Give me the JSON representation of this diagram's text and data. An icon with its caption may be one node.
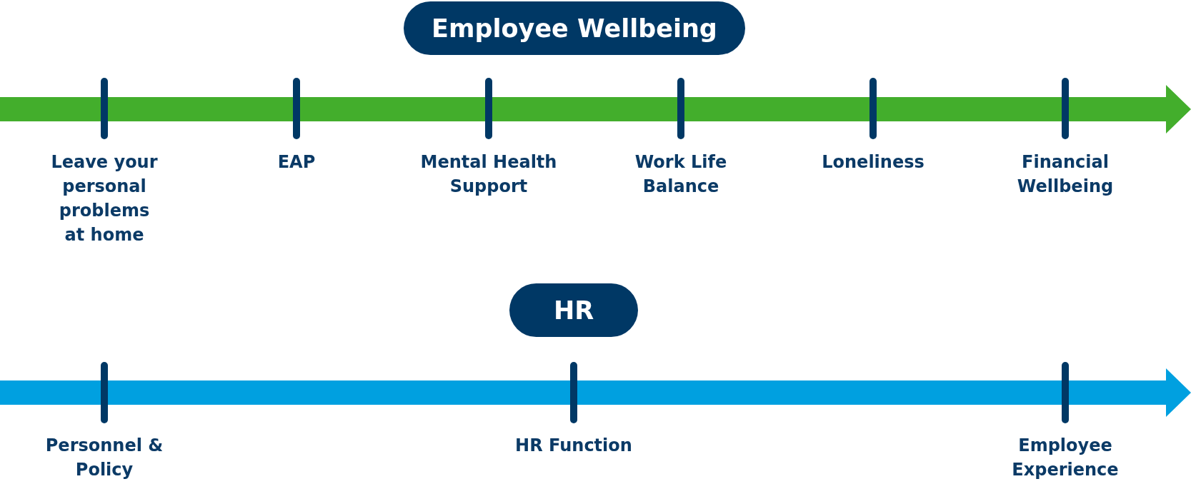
{
  "diagram": {
    "nodes": [
      {
        "text": [
          "Employee Wellbeing"
        ]
      },
      {
        "text": [
          "HR"
        ]
      }
    ],
    "labels": [
      "Leave your personal problems at home",
      "EAP",
      "Mental Health Support",
      "Work Life Balance",
      "Loneliness",
      "Financial Wellbeing",
      "Personnel & Policy",
      "HR Function",
      "Employee Experience"
    ]
  }
}
